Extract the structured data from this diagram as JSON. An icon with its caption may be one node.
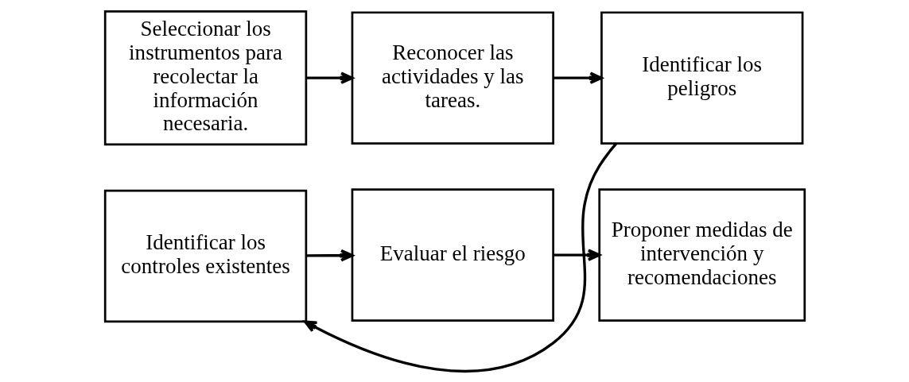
{
  "diagram": {
    "nodes": [
      {
        "text": [
          "Seleccionar los instrumentos para recolectar la información necesaria."
        ]
      },
      {
        "text": [
          "Reconocer las actividades y las tareas."
        ]
      },
      {
        "text": [
          "Identificar los peligros"
        ]
      },
      {
        "text": [
          "Identificar los controles existentes"
        ]
      },
      {
        "text": [
          "Evaluar el riesgo"
        ]
      },
      {
        "text": [
          "Proponer medidas de intervención y recomendaciones"
        ]
      }
    ],
    "edges": [
      {
        "from": 0,
        "to": 1,
        "arrow": "to"
      },
      {
        "from": 1,
        "to": 2,
        "arrow": "to"
      },
      {
        "from": 2,
        "to": 3,
        "arrow": "to"
      },
      {
        "from": 3,
        "to": 4,
        "arrow": "to"
      },
      {
        "from": 4,
        "to": 5,
        "arrow": "to"
      }
    ]
  }
}
